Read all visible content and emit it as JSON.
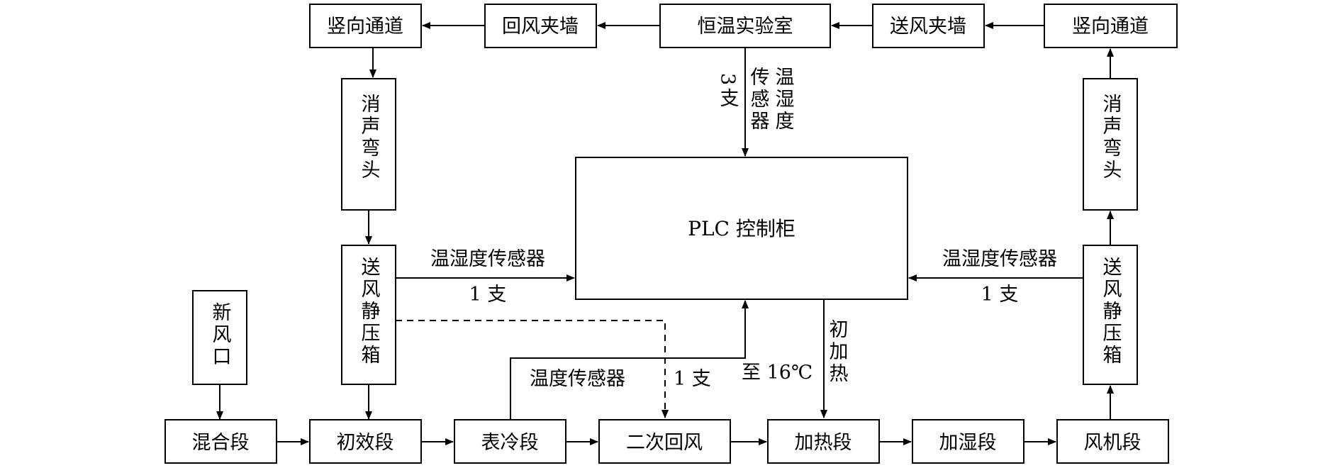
{
  "boxes": {
    "vertical_channel_left": "竖向通道",
    "return_air_wall": "回风夹墙",
    "lab": "恒温实验室",
    "supply_air_wall": "送风夹墙",
    "vertical_channel_right": "竖向通道",
    "muffler_left": "消声弯头",
    "muffler_right": "消声弯头",
    "plenum_left": "送风静压箱",
    "plenum_right": "送风静压箱",
    "fresh_air": "新风口",
    "plc": "PLC 控制柜",
    "mixing": "混合段",
    "primary_filter": "初效段",
    "surface_cooling": "表冷段",
    "secondary_return": "二次回风",
    "heating": "加热段",
    "humidifying": "加湿段",
    "fan": "风机段"
  },
  "annotations": {
    "lab_sensor_type": "温湿度",
    "lab_sensor_word": "传感器",
    "lab_sensor_count": "3支",
    "left_sensor": "温湿度传感器",
    "left_sensor_count": "1 支",
    "right_sensor": "温湿度传感器",
    "right_sensor_count": "1 支",
    "temp_sensor": "温度传感器",
    "temp_sensor_count": "1 支",
    "to_16": "至 16℃",
    "preheat": "初加热"
  }
}
